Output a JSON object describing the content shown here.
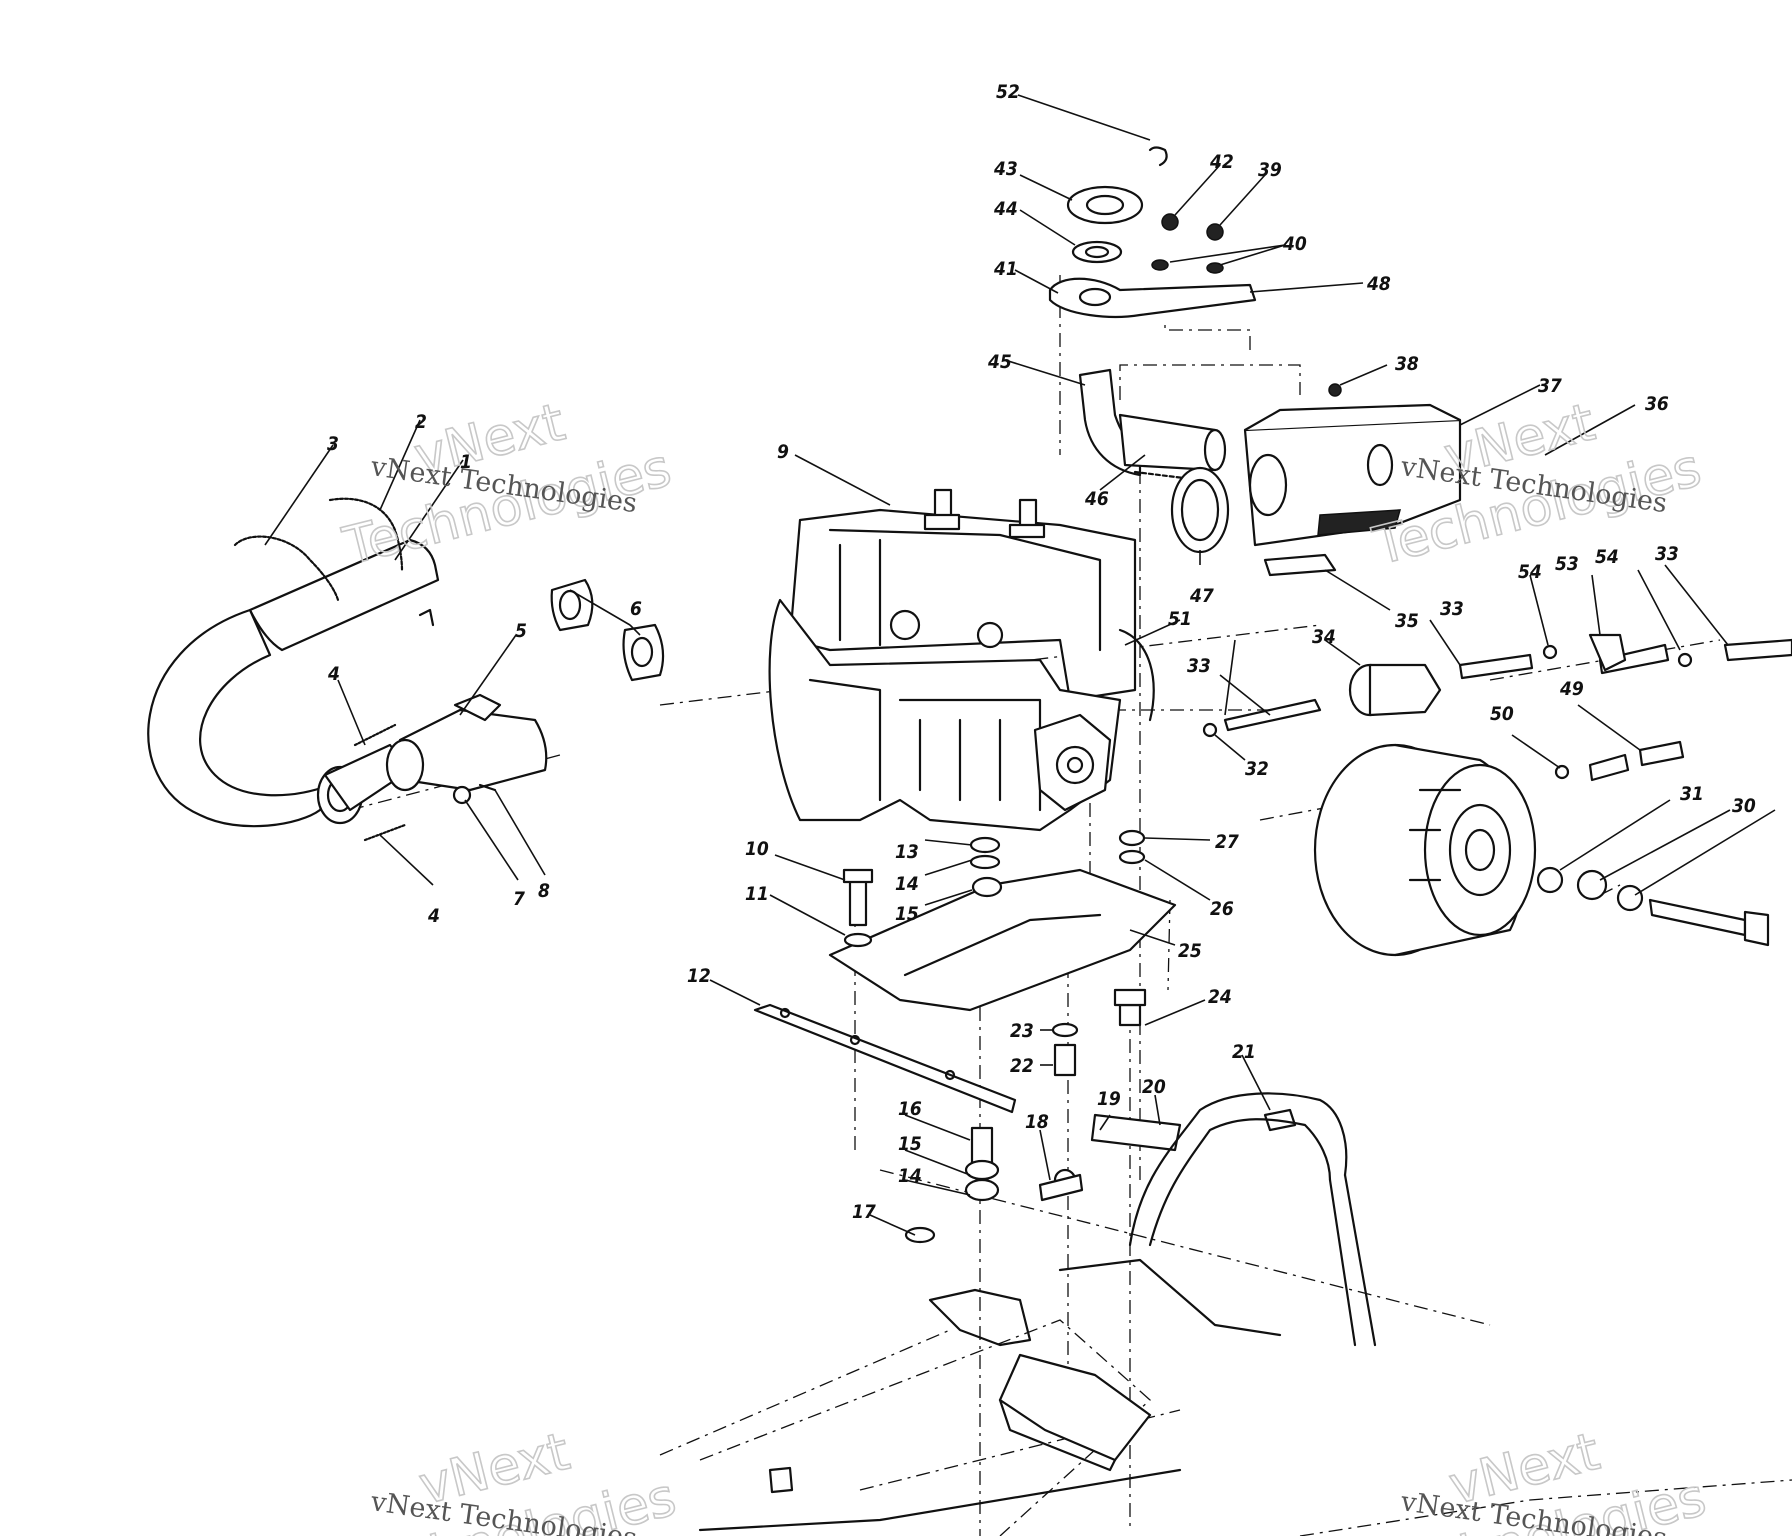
{
  "watermark": {
    "word1": "vNext",
    "word2": "Technologies",
    "full": "vNext Technologies"
  },
  "callouts": [
    {
      "id": "c52",
      "label": "52"
    },
    {
      "id": "c43",
      "label": "43"
    },
    {
      "id": "c42",
      "label": "42"
    },
    {
      "id": "c39",
      "label": "39"
    },
    {
      "id": "c44",
      "label": "44"
    },
    {
      "id": "c40",
      "label": "40"
    },
    {
      "id": "c41",
      "label": "41"
    },
    {
      "id": "c48",
      "label": "48"
    },
    {
      "id": "c45",
      "label": "45"
    },
    {
      "id": "c38",
      "label": "38"
    },
    {
      "id": "c37",
      "label": "37"
    },
    {
      "id": "c36",
      "label": "36"
    },
    {
      "id": "c46",
      "label": "46"
    },
    {
      "id": "c47",
      "label": "47"
    },
    {
      "id": "c35",
      "label": "35"
    },
    {
      "id": "c9",
      "label": "9"
    },
    {
      "id": "c3",
      "label": "3"
    },
    {
      "id": "c2",
      "label": "2"
    },
    {
      "id": "c1",
      "label": "1"
    },
    {
      "id": "c5",
      "label": "5"
    },
    {
      "id": "c6",
      "label": "6"
    },
    {
      "id": "c4a",
      "label": "4"
    },
    {
      "id": "c4b",
      "label": "4"
    },
    {
      "id": "c7",
      "label": "7"
    },
    {
      "id": "c8",
      "label": "8"
    },
    {
      "id": "c51",
      "label": "51"
    },
    {
      "id": "c33a",
      "label": "33"
    },
    {
      "id": "c33b",
      "label": "33"
    },
    {
      "id": "c33c",
      "label": "33"
    },
    {
      "id": "c34",
      "label": "34"
    },
    {
      "id": "c54a",
      "label": "54"
    },
    {
      "id": "c53",
      "label": "53"
    },
    {
      "id": "c54b",
      "label": "54"
    },
    {
      "id": "c32",
      "label": "32"
    },
    {
      "id": "c50",
      "label": "50"
    },
    {
      "id": "c49",
      "label": "49"
    },
    {
      "id": "c31",
      "label": "31"
    },
    {
      "id": "c30",
      "label": "30"
    },
    {
      "id": "c10",
      "label": "10"
    },
    {
      "id": "c13",
      "label": "13"
    },
    {
      "id": "c14a",
      "label": "14"
    },
    {
      "id": "c15a",
      "label": "15"
    },
    {
      "id": "c11",
      "label": "11"
    },
    {
      "id": "c27",
      "label": "27"
    },
    {
      "id": "c26",
      "label": "26"
    },
    {
      "id": "c25",
      "label": "25"
    },
    {
      "id": "c12",
      "label": "12"
    },
    {
      "id": "c24",
      "label": "24"
    },
    {
      "id": "c23",
      "label": "23"
    },
    {
      "id": "c22",
      "label": "22"
    },
    {
      "id": "c21",
      "label": "21"
    },
    {
      "id": "c16",
      "label": "16"
    },
    {
      "id": "c18",
      "label": "18"
    },
    {
      "id": "c19",
      "label": "19"
    },
    {
      "id": "c20",
      "label": "20"
    },
    {
      "id": "c15b",
      "label": "15"
    },
    {
      "id": "c14b",
      "label": "14"
    },
    {
      "id": "c17",
      "label": "17"
    }
  ],
  "colors": {
    "ink": "#111111",
    "paper": "#ffffff",
    "watermark": "#c8c8c8"
  }
}
